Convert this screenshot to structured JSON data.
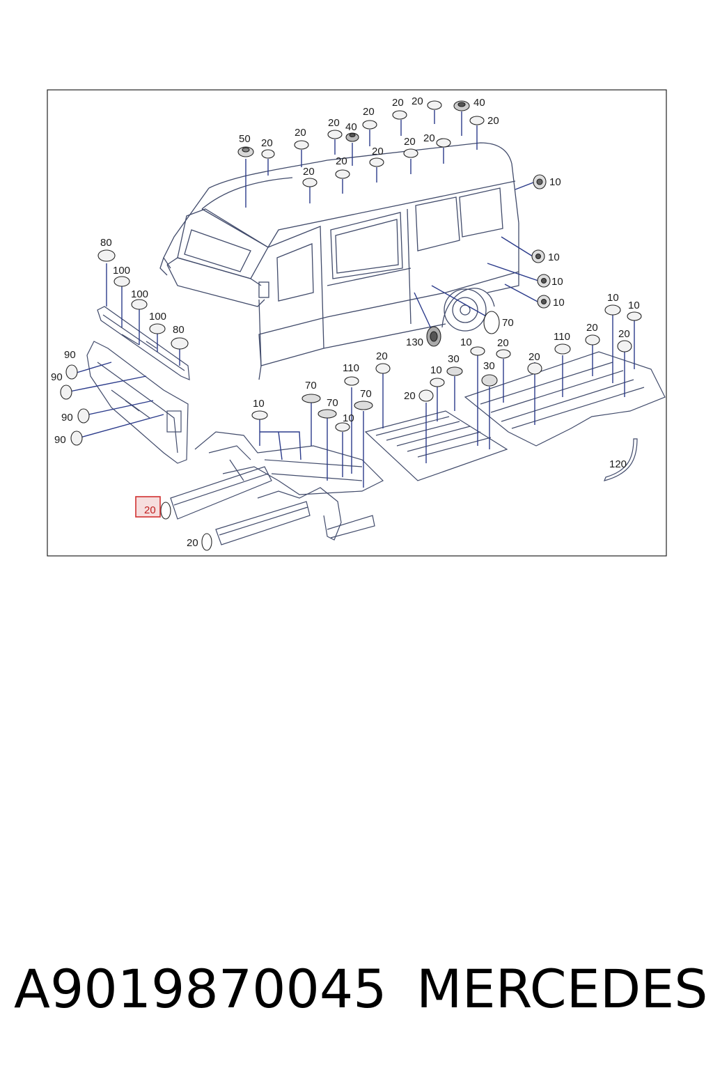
{
  "footer": {
    "part_number": "A9019870045",
    "brand": "MERCEDES"
  },
  "highlight": {
    "label": "20",
    "color": "#d03030"
  },
  "colors": {
    "line": "#2a3a8a",
    "body": "#404a6a",
    "frame": "#222222",
    "cap": "#e8e8e8"
  },
  "callouts": {
    "c50": "50",
    "r20a": "20",
    "r20b": "20",
    "r20c": "20",
    "r40a": "40",
    "r20d": "20",
    "r20e": "20",
    "r20f": "20",
    "r20g": "20",
    "r20h": "20",
    "r20i": "20",
    "r20j": "20",
    "r40b": "40",
    "r20k": "20",
    "s10a": "10",
    "s10b": "10",
    "s10c": "10",
    "s10d": "10",
    "s70": "70",
    "s130": "130",
    "f80a": "80",
    "f100a": "100",
    "f100b": "100",
    "f100c": "100",
    "f80b": "80",
    "p90a": "90",
    "p90b": "90",
    "p90c": "90",
    "p90d": "90",
    "m10a": "10",
    "m70a": "70",
    "m70b": "70",
    "m70c": "70",
    "m110": "110",
    "m10b": "10",
    "m20a": "20",
    "m20b": "20",
    "m10c": "10",
    "m30a": "30",
    "m10d": "10",
    "m20c": "20",
    "m30b": "30",
    "m20d": "20",
    "m110b": "110",
    "m20e": "20",
    "m10e": "10",
    "m10f": "10",
    "m20f": "20",
    "m120": "120",
    "b20": "20"
  }
}
